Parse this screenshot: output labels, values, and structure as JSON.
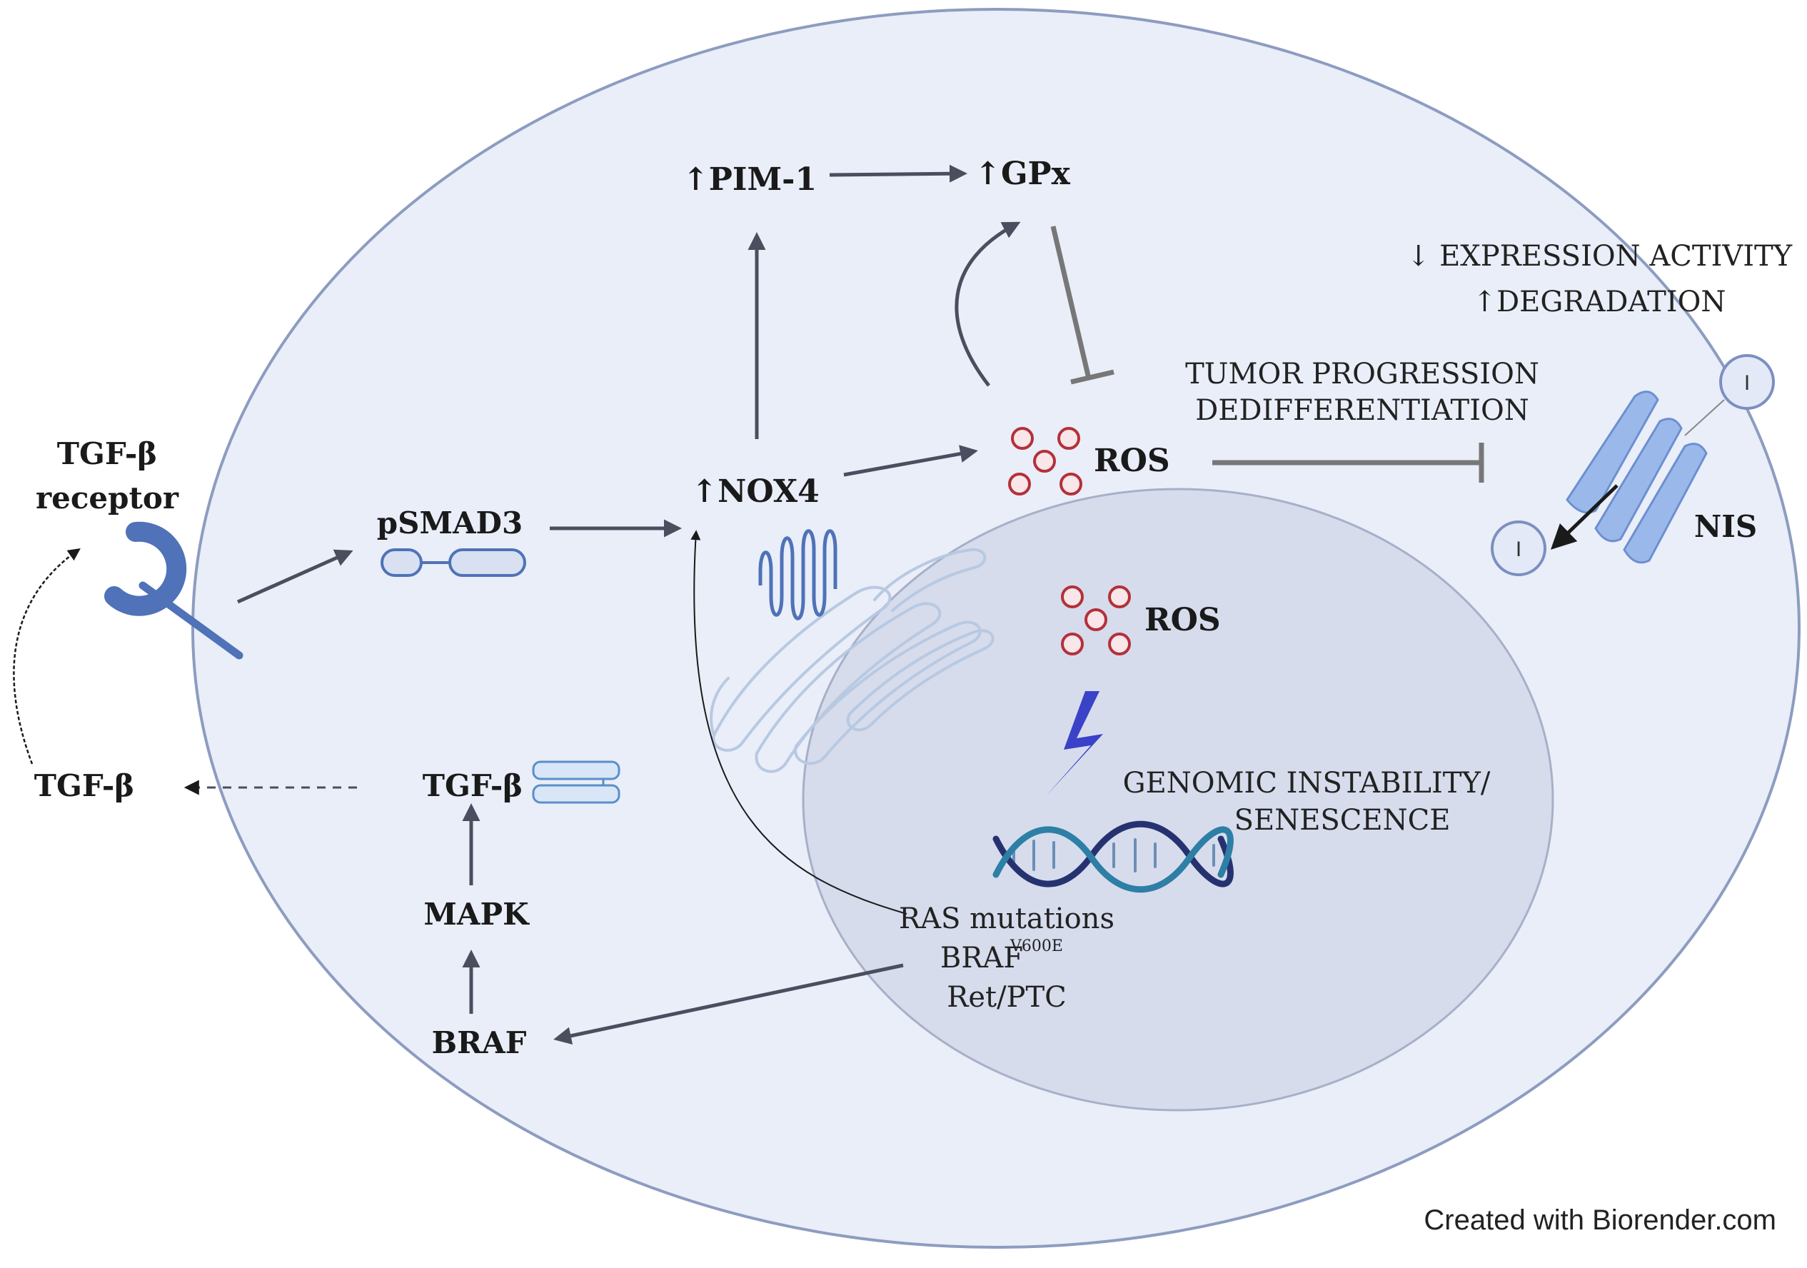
{
  "labels": {
    "tgfb_receptor_line1": "TGF-β",
    "tgfb_receptor_line2": "receptor",
    "tgfb_extracellular": "TGF-β",
    "psmad3": "pSMAD3",
    "nox4": "↑NOX4",
    "pim1": "↑PIM-1",
    "gpx": "↑GPx",
    "ros_cytoplasm": "ROS",
    "ros_nucleus": "ROS",
    "tgfb_intracellular": "TGF-β",
    "mapk": "MAPK",
    "braf": "BRAF",
    "nis": "NIS",
    "ion_top": "I",
    "ion_bottom": "I"
  },
  "annotations": {
    "expression_activity": "↓ EXPRESSION ACTIVITY",
    "degradation": "↑DEGRADATION",
    "tumor_progression": "TUMOR PROGRESSION",
    "dedifferentiation": "DEDIFFERENTIATION",
    "genomic_instability": "GENOMIC INSTABILITY/",
    "senescence": "SENESCENCE",
    "ras_mutations": "RAS mutations",
    "braf_v600e_base": "BRAF",
    "braf_v600e_sup": "V600E",
    "ret_ptc": "Ret/PTC"
  },
  "credit": "Created with Biorender.com",
  "colors": {
    "cell_fill": "#e9eef8",
    "cell_stroke": "#8d9cc0",
    "nucleus_fill": "#d6dcec",
    "nucleus_stroke": "#a7b0c8",
    "arrow_dark": "#4a4e5e",
    "inhibit": "#777777",
    "ros_stroke": "#b3303a",
    "protein_blue": "#4f72b8",
    "er_stroke": "#b8c9e2",
    "lightning": "#3a42c8",
    "dna_dark": "#263270",
    "dna_teal": "#2d7fa6",
    "nis_blue": "#9ab8ea"
  }
}
